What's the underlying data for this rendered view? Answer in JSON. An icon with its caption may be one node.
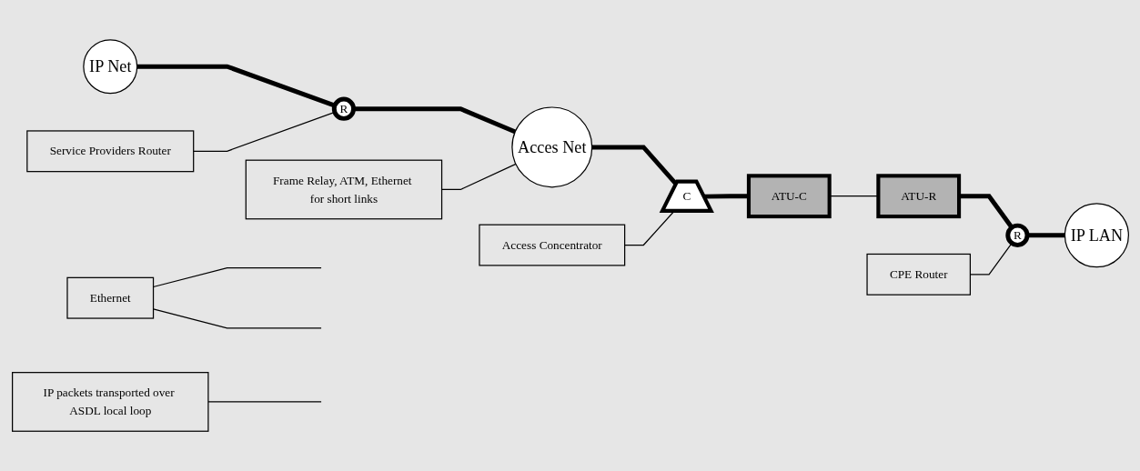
{
  "diagram": {
    "nodes": [
      {
        "text": [
          "IP Net"
        ]
      },
      {
        "text": [
          "R"
        ]
      },
      {
        "text": [
          "Acces Net"
        ]
      },
      {
        "text": [
          "C"
        ]
      },
      {
        "text": [
          "ATU-C"
        ]
      },
      {
        "text": [
          "ATU-R"
        ]
      },
      {
        "text": [
          "R"
        ]
      },
      {
        "text": [
          "IP LAN"
        ]
      },
      {
        "text": [
          "Service Providers Router"
        ]
      },
      {
        "text": [
          "Access Concentrator"
        ]
      },
      {
        "text": [
          "Ethernet"
        ]
      },
      {
        "text": [
          "Frame Relay, ATM, Ethernet for short links"
        ]
      },
      {
        "text": [
          "IP packets transported over ASDL local loop"
        ]
      },
      {
        "text": [
          "CPE Router"
        ]
      }
    ],
    "edges": [
      {
        "from": 0,
        "to": 1,
        "arrow": "none",
        "style": "thick"
      },
      {
        "from": 1,
        "to": 2,
        "arrow": "none",
        "style": "thick"
      },
      {
        "from": 2,
        "to": 3,
        "arrow": "none",
        "style": "thick"
      },
      {
        "from": 3,
        "to": 4,
        "arrow": "none",
        "style": "thick"
      },
      {
        "from": 4,
        "to": 5,
        "arrow": "none"
      },
      {
        "from": 5,
        "to": 6,
        "arrow": "none",
        "style": "thick"
      },
      {
        "from": 6,
        "to": 7,
        "arrow": "none",
        "style": "thick"
      },
      {
        "from": 8,
        "to": 1,
        "arrow": "none"
      },
      {
        "from": 9,
        "to": 3,
        "arrow": "none"
      },
      {
        "from": 10,
        "to": null,
        "arrow": "none"
      },
      {
        "from": 10,
        "to": null,
        "arrow": "none"
      },
      {
        "from": 11,
        "to": 2,
        "arrow": "none"
      },
      {
        "from": 12,
        "to": null,
        "arrow": "none"
      },
      {
        "from": 13,
        "to": 6,
        "arrow": "none"
      }
    ]
  }
}
